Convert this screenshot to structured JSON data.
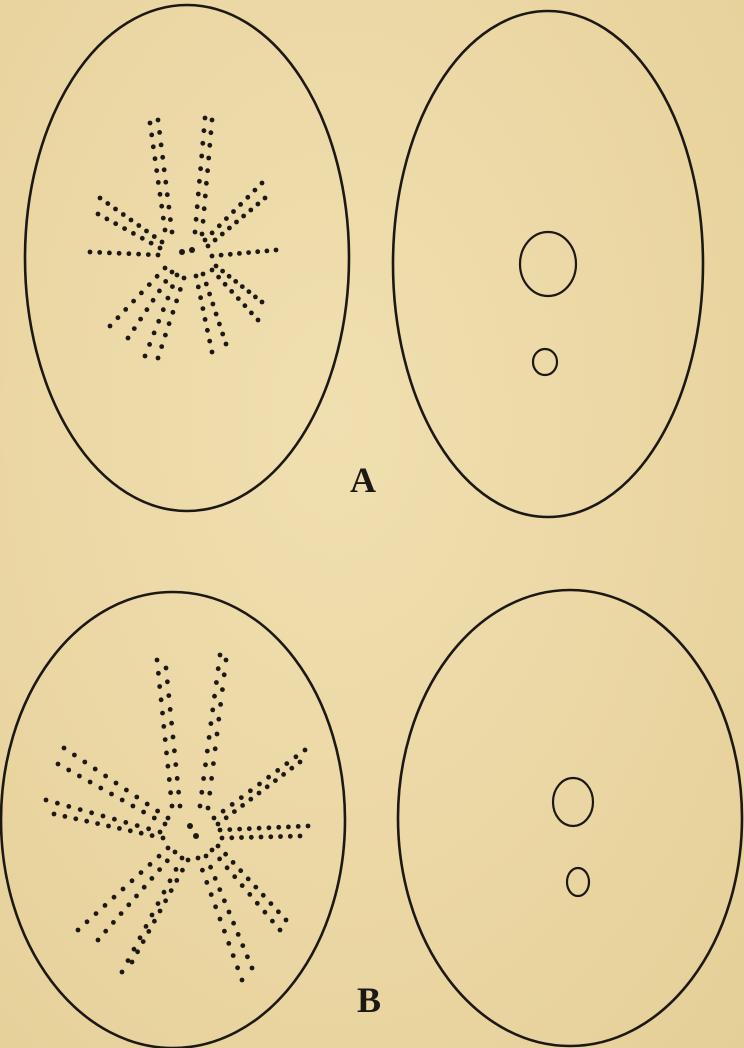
{
  "figures": [
    {
      "id": "A",
      "label": "A",
      "ray_rows": 12,
      "nuclei_shown": 2
    },
    {
      "id": "B",
      "label": "B",
      "ray_rows": 16,
      "nuclei_shown": 2
    }
  ],
  "colors": {
    "paper": "#ecd9a6",
    "ink": "#1c1814"
  }
}
